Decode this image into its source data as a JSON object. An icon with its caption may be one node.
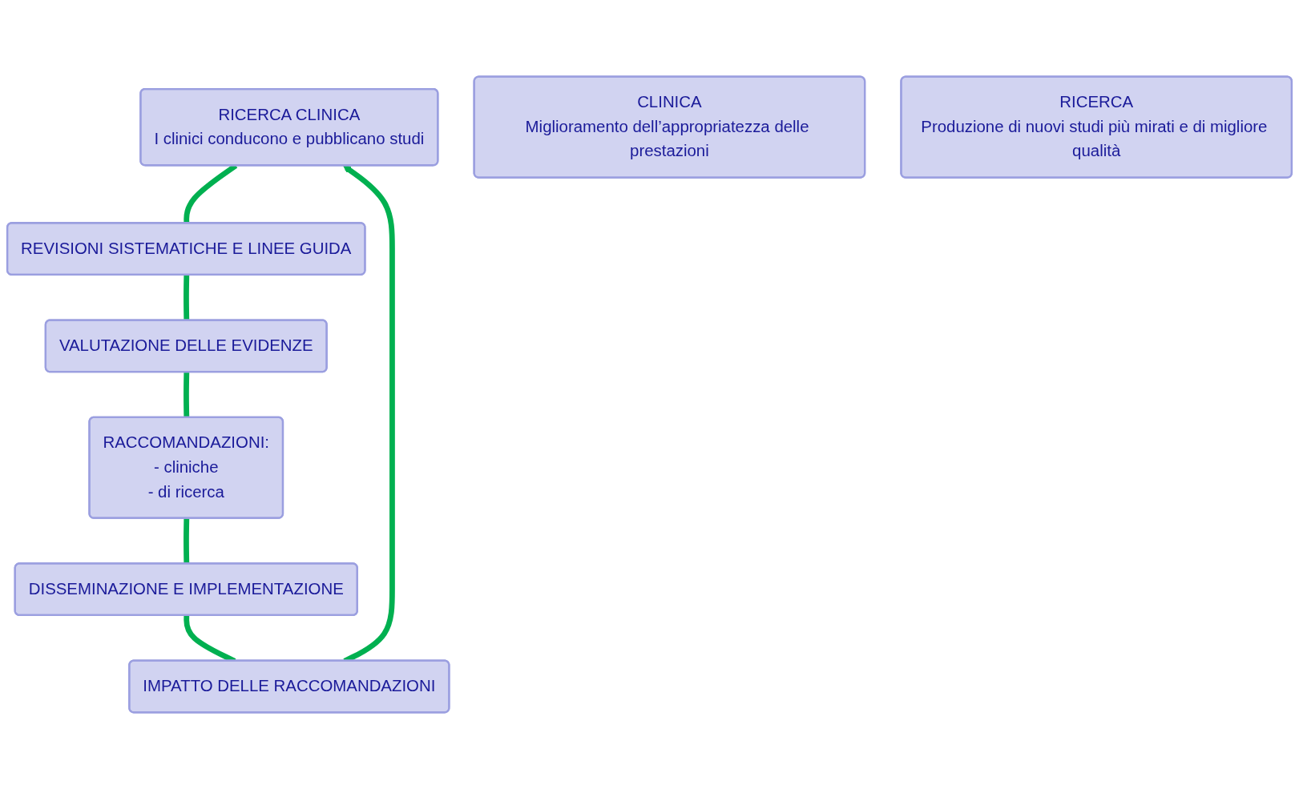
{
  "diagram": {
    "nodes": [
      {
        "text": [
          "RICERCA CLINICA",
          "I clinici conducono e pubblicano studi"
        ]
      },
      {
        "text": [
          "REVISIONI SISTEMATICHE E LINEE GUIDA"
        ]
      },
      {
        "text": [
          "VALUTAZIONE DELLE EVIDENZE"
        ]
      },
      {
        "text": [
          "RACCOMANDAZIONI:",
          "- cliniche",
          "- di ricerca"
        ]
      },
      {
        "text": [
          "DISSEMINAZIONE E IMPLEMENTAZIONE"
        ]
      },
      {
        "text": [
          "IMPATTO DELLE RACCOMANDAZIONI"
        ]
      },
      {
        "text": [
          "CLINICA",
          "Miglioramento dell’appropriatezza delle prestazioni"
        ]
      },
      {
        "text": [
          "RICERCA",
          "Produzione di nuovi studi più mirati e di migliore qualità"
        ]
      }
    ],
    "edges": [
      {
        "from": 0,
        "to": 1,
        "arrow": "none"
      },
      {
        "from": 1,
        "to": 2,
        "arrow": "none"
      },
      {
        "from": 2,
        "to": 3,
        "arrow": "none"
      },
      {
        "from": 3,
        "to": 4,
        "arrow": "none"
      },
      {
        "from": 4,
        "to": 5,
        "arrow": "none"
      },
      {
        "from": 5,
        "to": 0,
        "arrow": "to"
      }
    ]
  }
}
